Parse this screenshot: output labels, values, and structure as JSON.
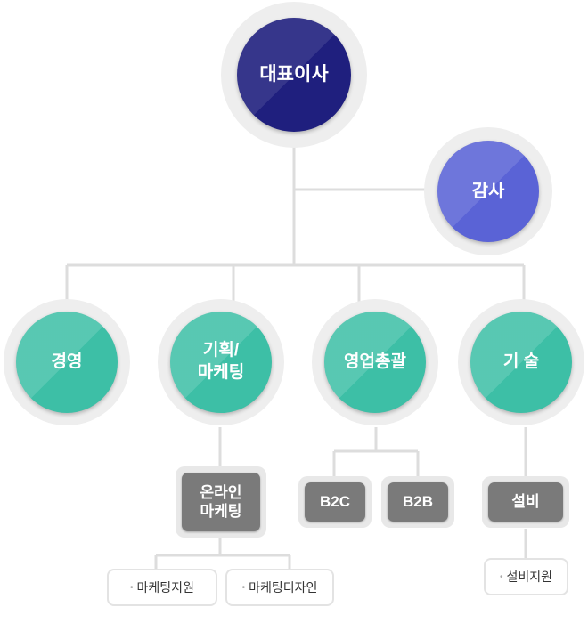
{
  "nodes": {
    "ceo": "대표이사",
    "audit": "감사",
    "management": "경영",
    "planning_line1": "기획/",
    "planning_line2": "마케팅",
    "sales": "영업총괄",
    "tech": "기 술"
  },
  "sub": {
    "online_line1": "온라인",
    "online_line2": "마케팅",
    "b2c": "B2C",
    "b2b": "B2B",
    "facility": "설비"
  },
  "leaf": {
    "marketing_support": "마케팅지원",
    "marketing_design": "마케팅디자인",
    "facility_support": "설비지원"
  },
  "colors": {
    "ceo": "#1f1f7e",
    "audit": "#5a63d6",
    "department": "#3dbfa6",
    "sub_box": "#7a7a7a",
    "line": "#dddddd"
  }
}
